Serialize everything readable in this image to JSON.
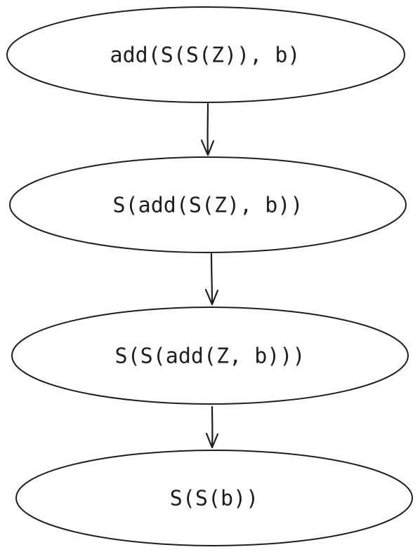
{
  "diagram": {
    "nodes": [
      {
        "id": "n1",
        "label": "add(S(S(Z)), b)"
      },
      {
        "id": "n2",
        "label": "S(add(S(Z), b))"
      },
      {
        "id": "n3",
        "label": "S(S(add(Z, b)))"
      },
      {
        "id": "n4",
        "label": "S(S(b))"
      }
    ],
    "edges": [
      {
        "from": "n1",
        "to": "n2"
      },
      {
        "from": "n2",
        "to": "n3"
      },
      {
        "from": "n3",
        "to": "n4"
      }
    ]
  }
}
